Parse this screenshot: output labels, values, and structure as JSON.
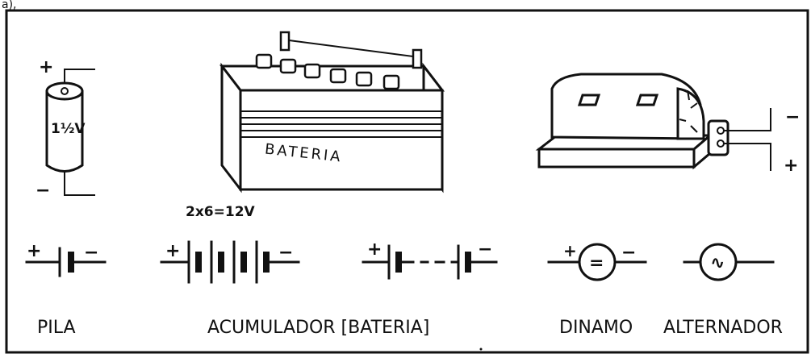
{
  "header": {
    "fragment": "a),"
  },
  "cell": {
    "voltage_label": "1½V",
    "plus": "+",
    "minus": "−"
  },
  "battery": {
    "label": "BATERIA",
    "voltage_formula": "2x6=12V"
  },
  "dynamo": {
    "minus": "−",
    "plus": "+"
  },
  "symbols": {
    "pila": {
      "plus": "+",
      "minus": "−",
      "caption": "PILA"
    },
    "acumulador": {
      "plus": "+",
      "minus": "−",
      "caption": "ACUMULADOR [BATERIA]"
    },
    "battery_dashed": {
      "plus": "+",
      "minus": "−"
    },
    "dinamo": {
      "plus": "+",
      "minus": "−",
      "inner": "=",
      "caption": "DINAMO"
    },
    "alternador": {
      "inner": "∿",
      "caption": "ALTERNADOR"
    }
  }
}
